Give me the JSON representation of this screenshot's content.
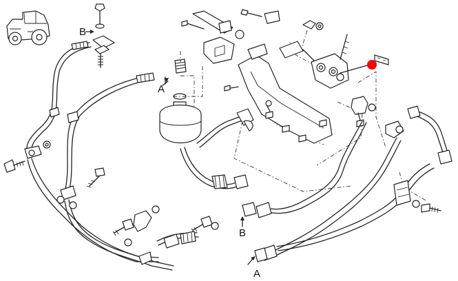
{
  "labels": {
    "a_top": "A",
    "b_top": "B",
    "b_bottom": "B",
    "a_bottom": "A"
  },
  "colors": {
    "line": "#222222",
    "highlight": "#ff0000",
    "background": "#ffffff"
  },
  "icons": {
    "tractor": "tractor-icon",
    "marker": "highlight-dot"
  }
}
